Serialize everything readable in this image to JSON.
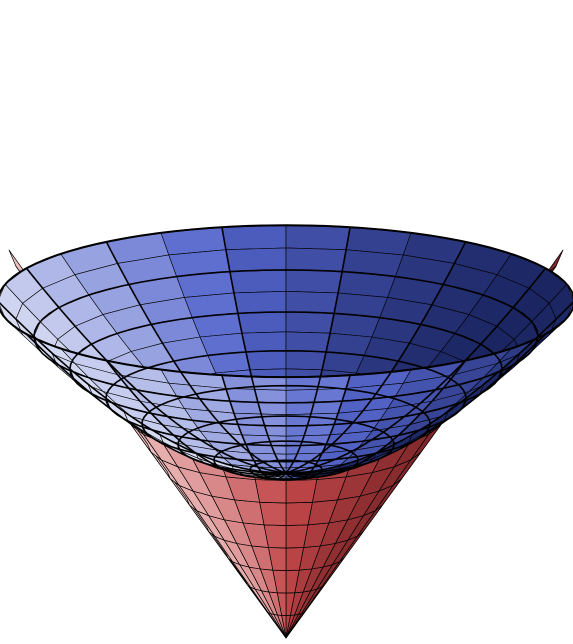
{
  "figure": {
    "surfaces": [
      {
        "name": "cone",
        "shape": "downward-pointing cone",
        "color": "#c2474a",
        "highlight_color": "#f6d8d6",
        "shadow_color": "#6e1f22"
      },
      {
        "name": "hyperboloid-sheet",
        "shape": "upward-opening bowl (hyperboloid sheet) nested in the cone",
        "color": "#5566cc",
        "highlight_color": "#e2e6f6",
        "shadow_color": "#16205a"
      }
    ],
    "mesh_color": "#000000",
    "background": "#ffffff"
  }
}
